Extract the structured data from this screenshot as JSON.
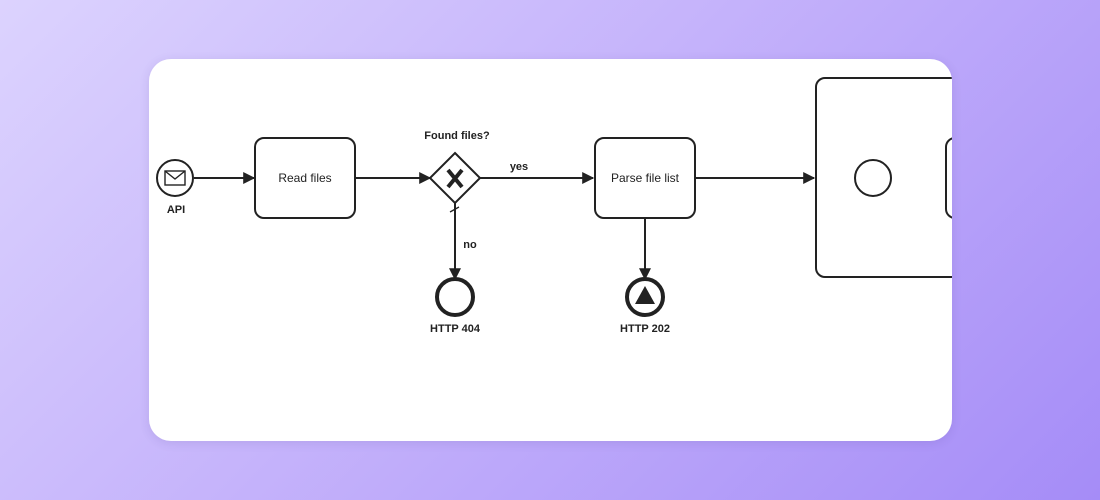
{
  "diagram": {
    "events": {
      "api_start": {
        "label": "API",
        "icon": "envelope-icon"
      },
      "not_found_end": {
        "label": "HTTP 404"
      },
      "accepted_end": {
        "label": "HTTP 202",
        "icon": "triangle-icon"
      },
      "subprocess_start": {
        "label": ""
      }
    },
    "tasks": {
      "read_files": {
        "label": "Read files"
      },
      "parse_file_list": {
        "label": "Parse file list"
      }
    },
    "gateway": {
      "label": "Found files?",
      "type": "exclusive",
      "icon": "x-marker-icon"
    },
    "flows": {
      "yes_label": "yes",
      "no_label": "no"
    }
  },
  "colors": {
    "stroke": "#222222",
    "card": "#ffffff",
    "background_start": "#dcd3fe",
    "background_end": "#a58cf7"
  }
}
